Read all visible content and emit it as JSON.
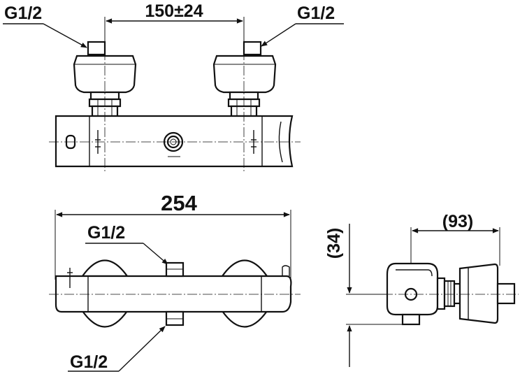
{
  "labels": {
    "top_left_thread": "G1/2",
    "top_right_thread": "G1/2",
    "top_spacing": "150±24",
    "overall_length": "254",
    "bottom_top_thread": "G1/2",
    "bottom_bottom_thread": "G1/2",
    "side_depth": "(93)",
    "side_height": "(34)"
  },
  "colors": {
    "line": "#111111",
    "background": "#ffffff"
  }
}
